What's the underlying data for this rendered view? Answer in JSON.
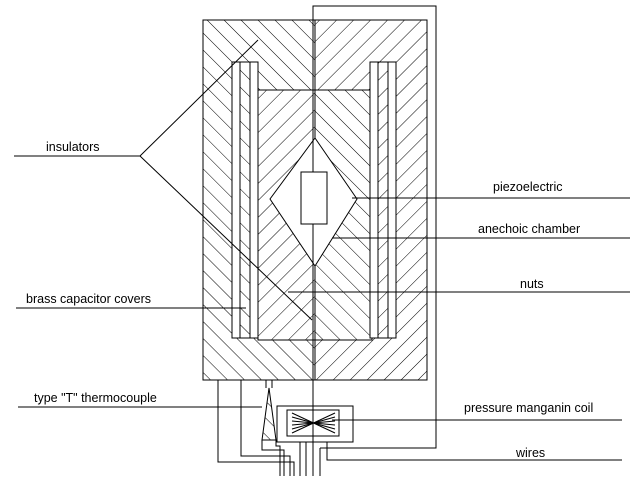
{
  "labels": {
    "insulators": "insulators",
    "piezoelectric": "piezoelectric",
    "anechoic_chamber": "anechoic chamber",
    "nuts": "nuts",
    "brass_capacitor_covers": "brass capacitor covers",
    "thermocouple": "type \"T\" thermocouple",
    "manganin_coil": "pressure manganin coil",
    "wires": "wires"
  }
}
